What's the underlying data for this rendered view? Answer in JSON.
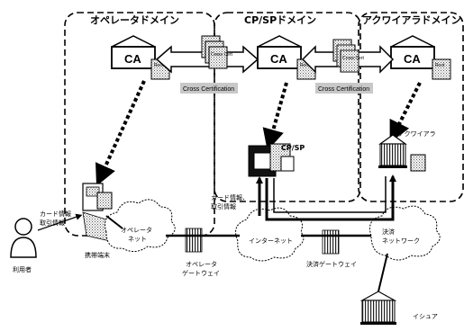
{
  "domains": {
    "operator": "オペレータドメイン",
    "cpsp": "CP/SPドメイン",
    "acquirer": "アクワイアラドメイン"
  },
  "ca": {
    "label": "CA",
    "root_label": "Root",
    "cross_cert_label": "Cross Cert"
  },
  "cross_certification": [
    "Cross Certification",
    "Cross Certification"
  ],
  "nodes": {
    "cpsp": "CP/SP",
    "acquirer": "アクワイアラ",
    "user": "利用者",
    "handset": "携帯端末",
    "issuer": "イシュア"
  },
  "networks": {
    "operator_network": "オペレータ ネット",
    "internet": "インターネット",
    "payment_network": "決済 ネットワーク"
  },
  "gateways": {
    "operator_gateway": [
      "オペレータ",
      "ゲートウェイ"
    ],
    "payment_gateway": "決済ゲートウェイ"
  },
  "card_info": {
    "user": [
      "カード情報",
      "取引情報"
    ],
    "cpsp": [
      "カード情報、",
      "取引情報"
    ]
  }
}
